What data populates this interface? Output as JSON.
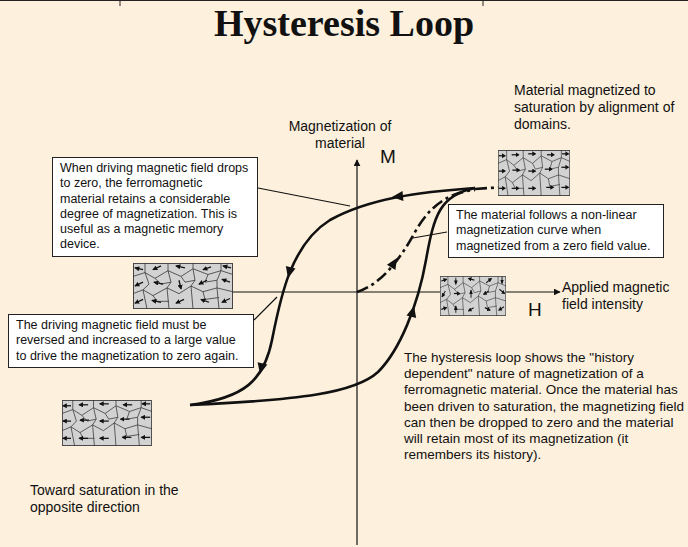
{
  "diagram": {
    "title": "Hysteresis Loop",
    "nodes": [
      {
        "text": [
          "When driving magnetic field drops to zero, the ferromagnetic material retains a considerable degree of magnetization. This is useful as a magnetic memory device."
        ]
      },
      {
        "text": [
          "The material follows a non-linear magnetization curve when magnetized from a zero field value."
        ]
      },
      {
        "text": [
          "The driving magnetic field must be reversed and increased to a large value to drive the magnetization to zero again."
        ]
      }
    ],
    "labels": [
      "Magnetization of material",
      "M",
      "Material magnetized to saturation by alignment of domains.",
      "Applied magnetic field intensity",
      "H",
      "The hysteresis loop shows the \"history dependent\" nature of magnetization of a ferromagnetic material. Once the material has been driven to saturation, the magnetizing field can then be dropped to zero and the material will retain most of its magnetization (it remembers its history).",
      "Toward saturation in the opposite direction"
    ]
  }
}
